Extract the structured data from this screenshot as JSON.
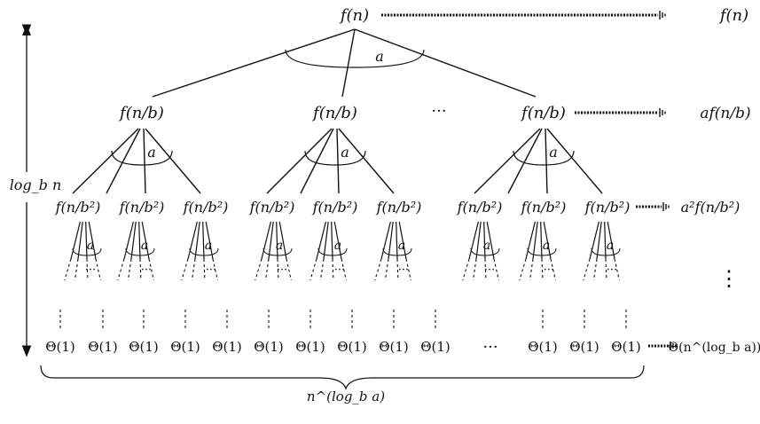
{
  "root": {
    "label": "f(n)",
    "arc_label": "a"
  },
  "level1": {
    "nodes": [
      "f(n/b)",
      "f(n/b)",
      "f(n/b)"
    ],
    "ellipsis": "···",
    "arc_label": "a"
  },
  "level2": {
    "node": "f(n/b²)",
    "arc_label": "a"
  },
  "level3": {
    "arc_label": "a",
    "ellipsis": "···"
  },
  "leaves": {
    "label": "Θ(1)",
    "ellipsis": "···"
  },
  "right_column": {
    "level0": "f(n)",
    "level1": "af(n/b)",
    "level2": "a²f(n/b²)",
    "vdots": "⋮",
    "leaf_cost": "Θ(n^(log_b a))"
  },
  "height_label": "log_b n",
  "leaf_count_label": "n^(log_b a)"
}
